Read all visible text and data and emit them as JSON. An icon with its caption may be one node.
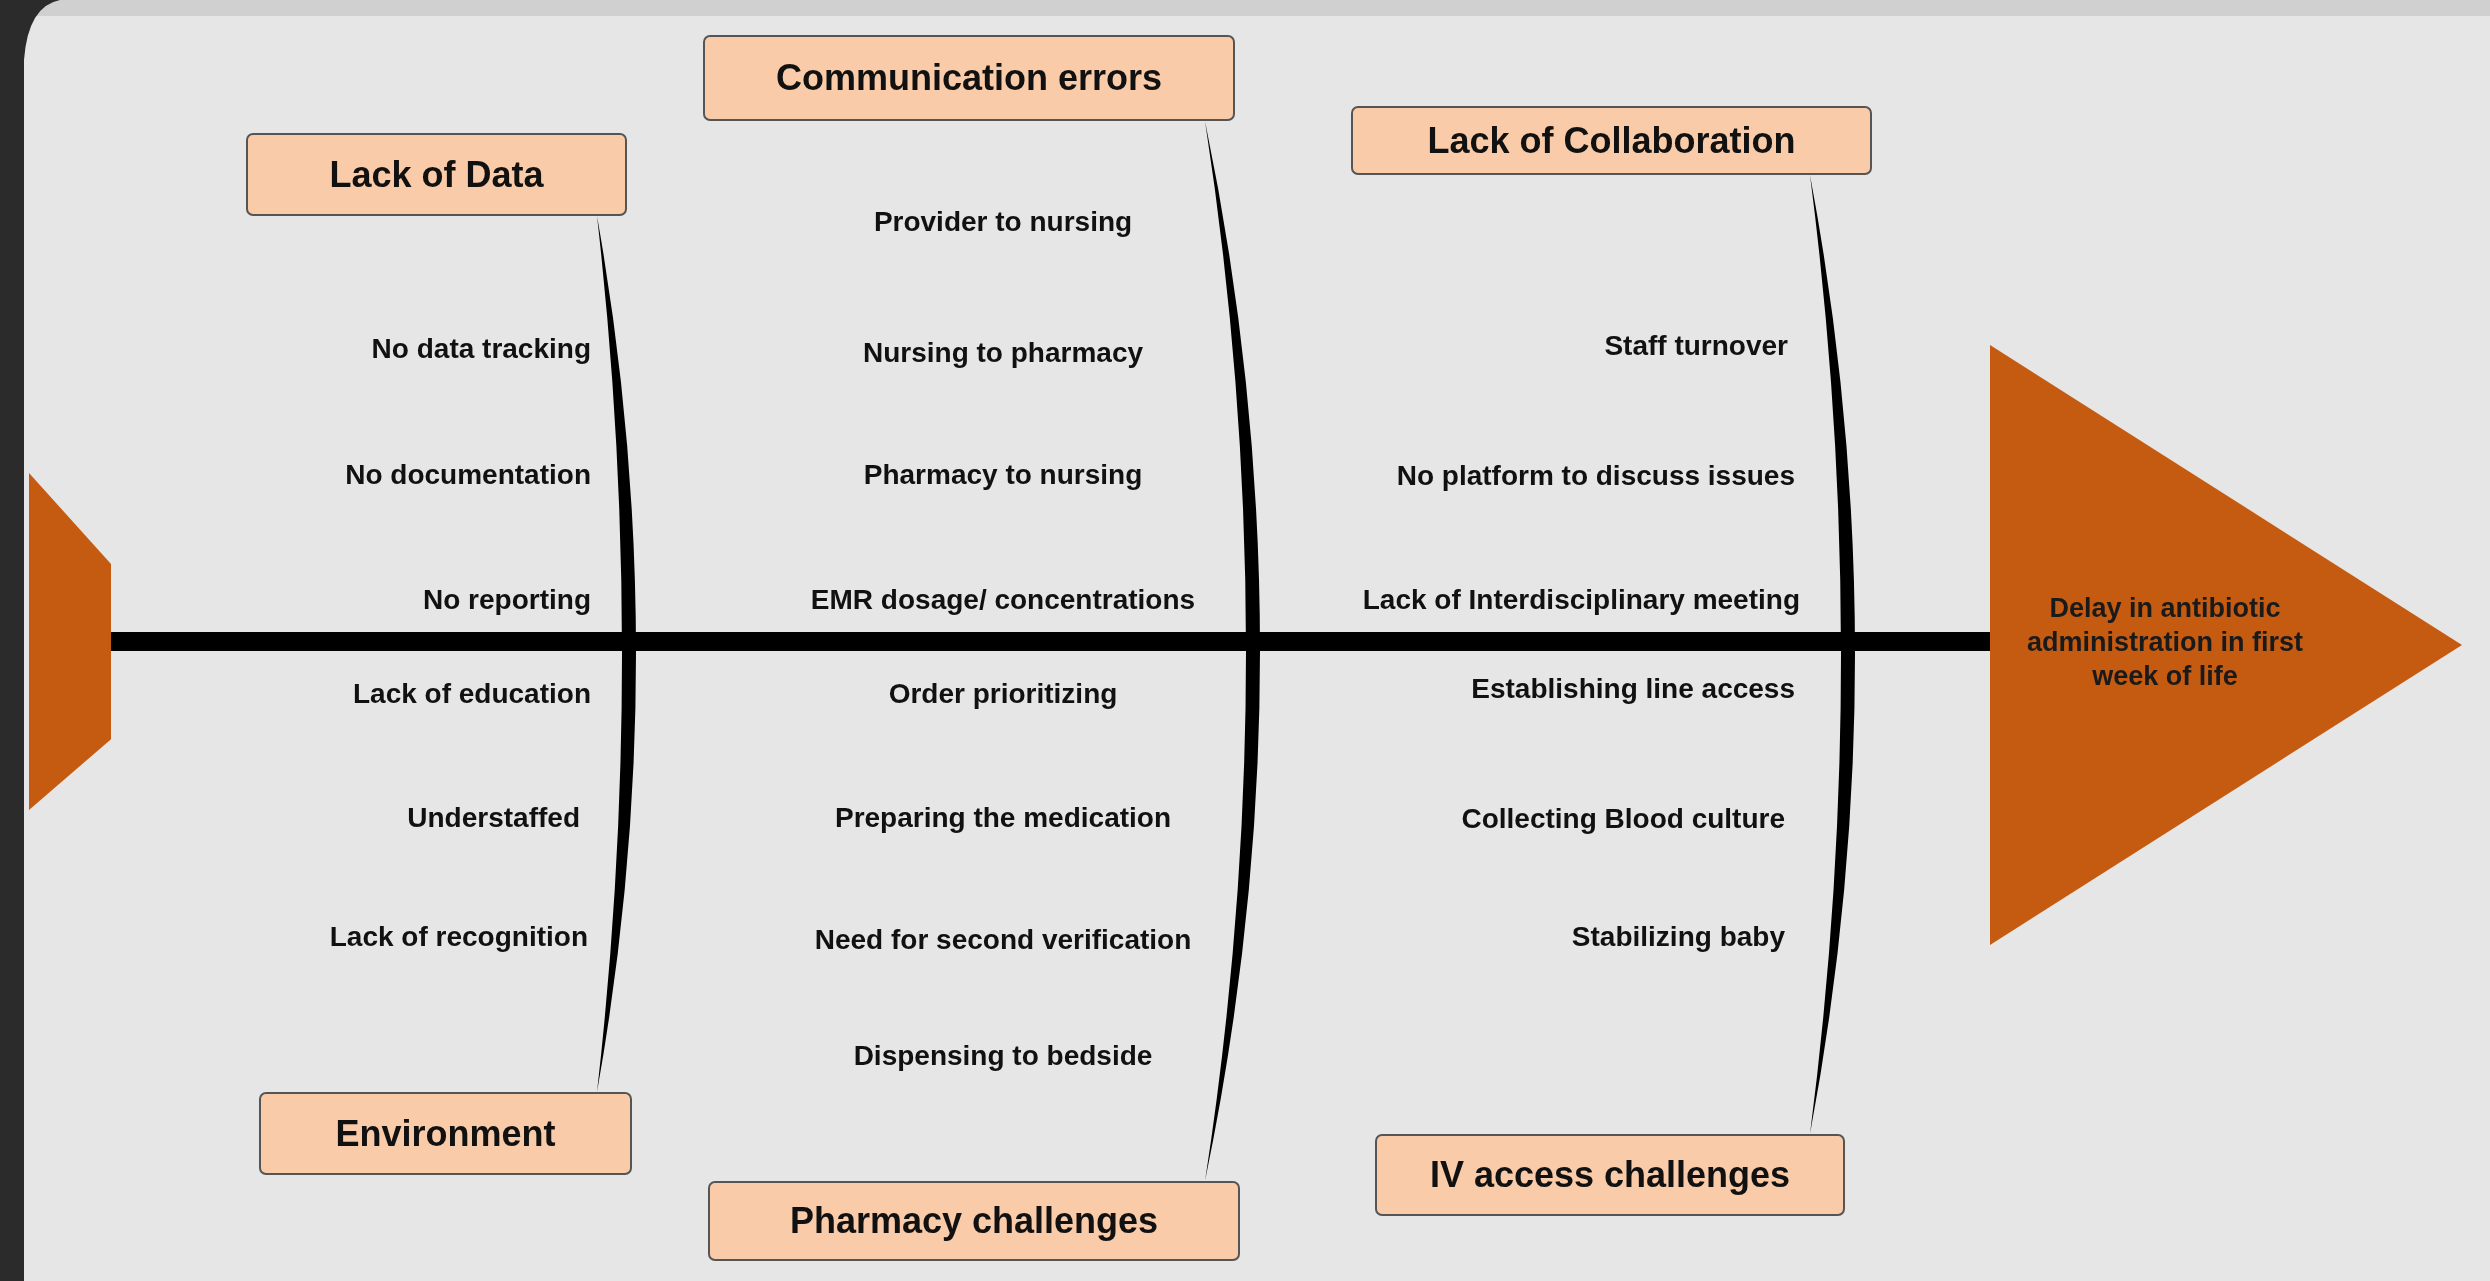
{
  "diagram": {
    "nodes": [
      {
        "text": [
          "Lack of Data"
        ]
      },
      {
        "text": [
          "Communication errors"
        ]
      },
      {
        "text": [
          "Lack of Collaboration"
        ]
      },
      {
        "text": [
          "Environment"
        ]
      },
      {
        "text": [
          "Pharmacy challenges"
        ]
      },
      {
        "text": [
          "IV access challenges"
        ]
      },
      {
        "text": [
          "Delay in antibiotic administration in first week of life"
        ]
      },
      {
        "text": [],
        "shape": "pentagon"
      }
    ],
    "edges": [
      {
        "from": 0,
        "to": 3,
        "arrow": "none"
      },
      {
        "from": 1,
        "to": 4,
        "arrow": "none"
      },
      {
        "from": 2,
        "to": 5,
        "arrow": "none"
      },
      {
        "from": 7,
        "to": 6,
        "arrow": "none"
      }
    ],
    "labels": [
      "No data tracking",
      "No documentation",
      "No reporting",
      "Lack of education",
      "Understaffed",
      "Lack of recognition",
      "Provider to nursing",
      "Nursing to pharmacy",
      "Pharmacy to nursing",
      "EMR dosage/ concentrations",
      "Order prioritizing",
      "Preparing the medication",
      "Need for second verification",
      "Dispensing to bedside",
      "Staff turnover",
      "No platform to discuss issues",
      "Lack of Interdisciplinary meeting",
      "Establishing line access",
      "Collecting Blood culture",
      "Stabilizing baby"
    ]
  }
}
